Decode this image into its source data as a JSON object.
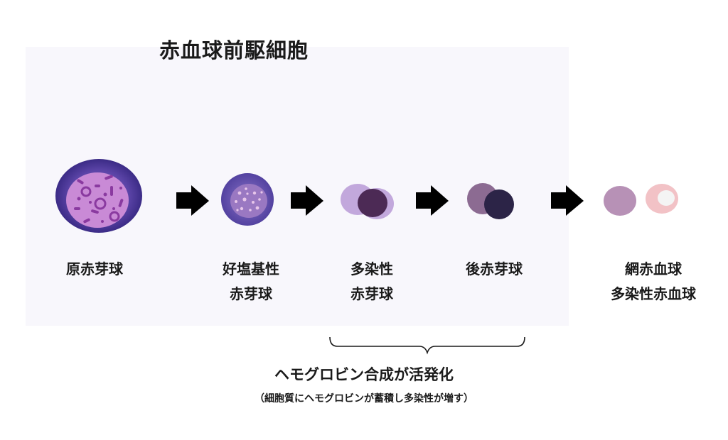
{
  "title": "赤血球前駆細胞",
  "stages": [
    {
      "lines": [
        "原赤芽球"
      ]
    },
    {
      "lines": [
        "好塩基性",
        "赤芽球"
      ]
    },
    {
      "lines": [
        "多染性",
        "赤芽球"
      ]
    },
    {
      "lines": [
        "後赤芽球"
      ]
    },
    {
      "lines": [
        "網赤血球",
        "多染性赤血球"
      ]
    }
  ],
  "bracket_note": {
    "main": "ヘモグロビン合成が活発化",
    "sub": "（細胞質にヘモグロビンが蓄積し多染性が増す）"
  },
  "colors": {
    "panel": "#f8f7fc",
    "arrow": "#000000",
    "proerythroblast_cytoplasm": "#5a43a6",
    "proerythroblast_nucleus": "#c98ad6",
    "basophilic_cytoplasm": "#6953b0",
    "polychromatic_cytoplasm": "#c2a8dc",
    "polychromatic_nucleus": "#4c2a55",
    "orthochromatic_nucleus": "#2c2447",
    "reticulocyte": "#b791b6",
    "rbc": "#f2c2c6"
  }
}
